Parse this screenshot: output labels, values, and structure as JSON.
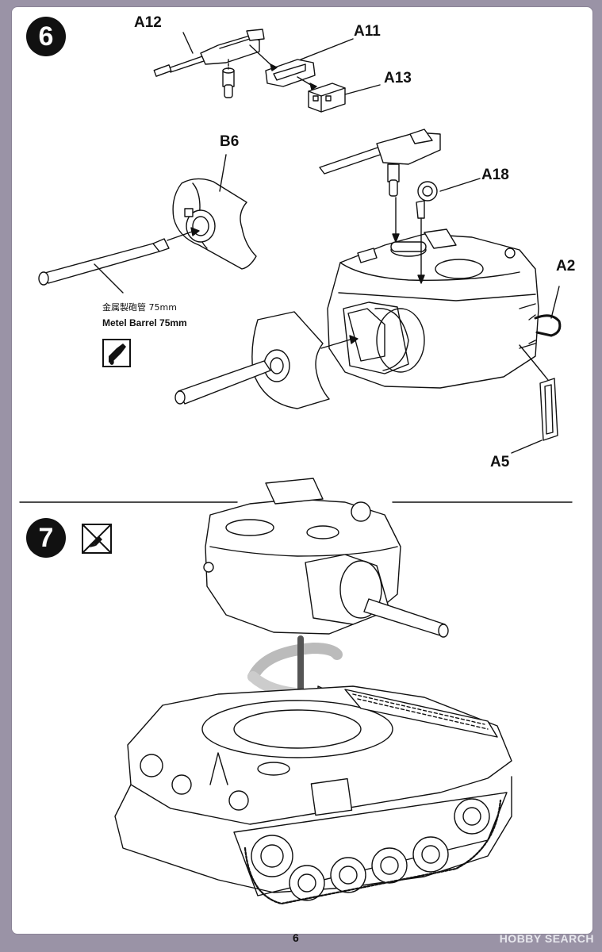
{
  "steps": [
    {
      "number": "6"
    },
    {
      "number": "7"
    }
  ],
  "parts": {
    "a12": "A12",
    "a11": "A11",
    "a13": "A13",
    "b6": "B6",
    "a18": "A18",
    "a2": "A2",
    "a5": "A5"
  },
  "barrel": {
    "caption_cn": "金属製砲管 75mm",
    "caption_en": "Metel Barrel 75mm"
  },
  "icons": {
    "glue": "glue-drop-icon",
    "no_glue": "no-glue-icon"
  },
  "page_number": "6",
  "watermark": {
    "brand": "HOBBY SEARCH"
  }
}
